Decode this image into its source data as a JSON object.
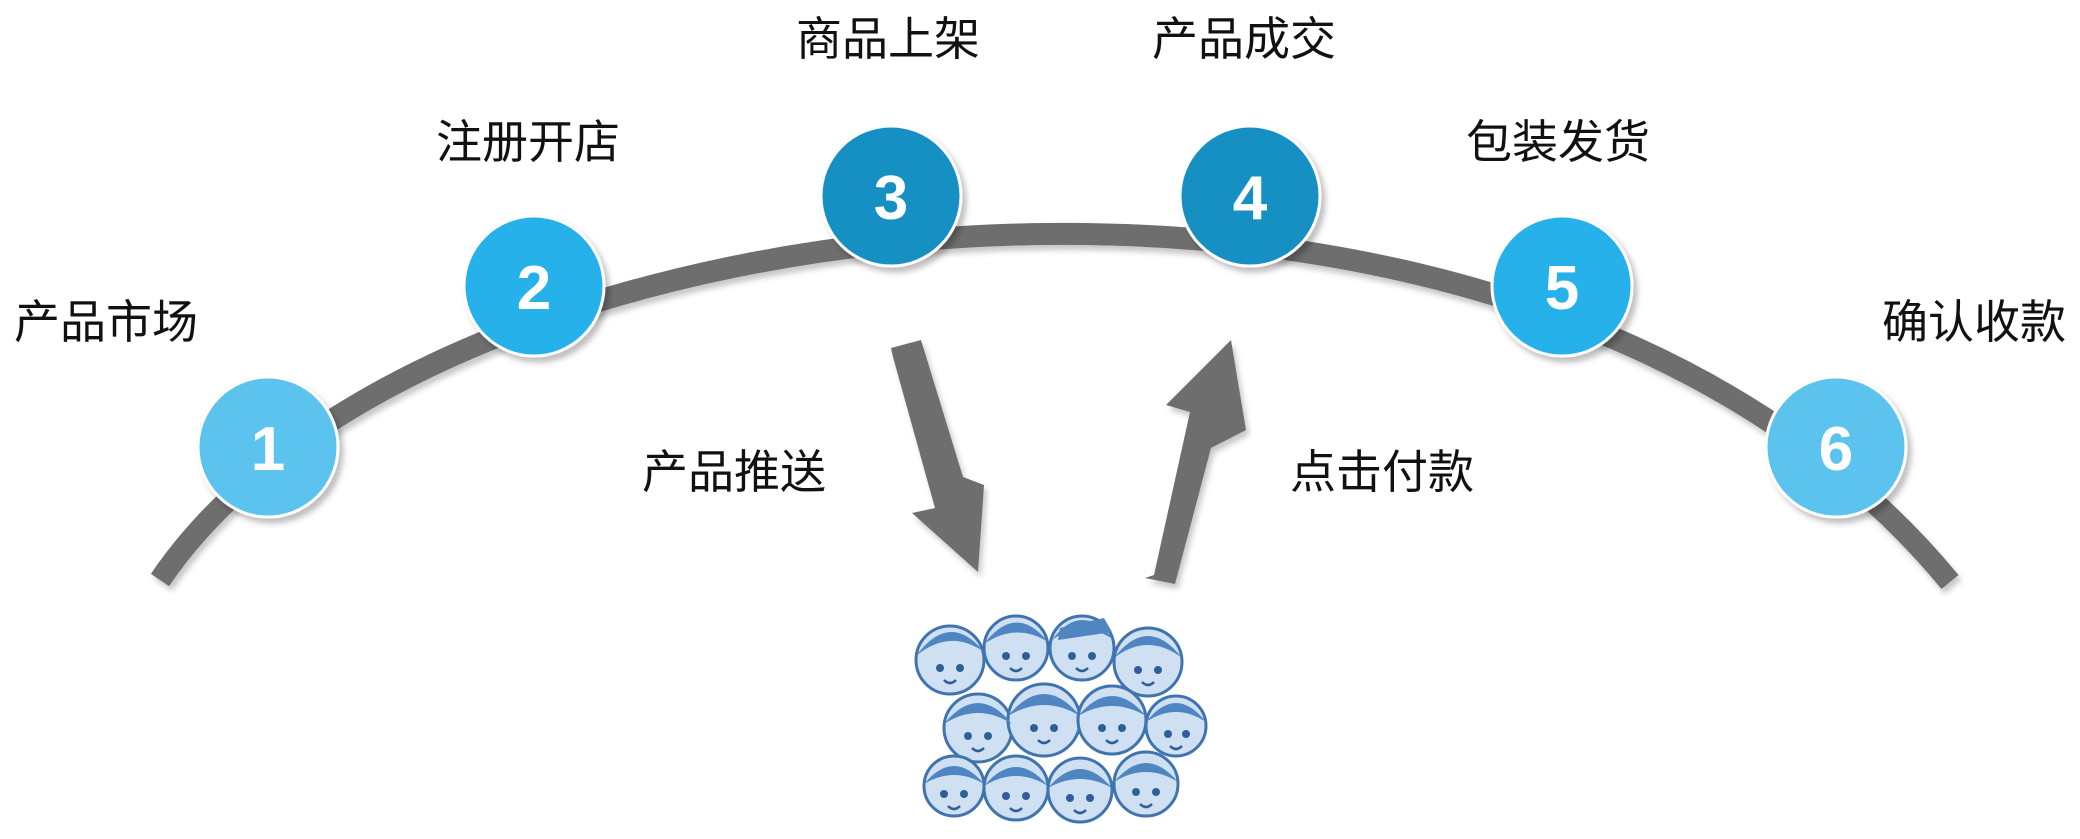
{
  "steps": [
    {
      "number": "1",
      "label": "产品市场",
      "color": "#5cc3ef"
    },
    {
      "number": "2",
      "label": "注册开店",
      "color": "#25b1eb"
    },
    {
      "number": "3",
      "label": "商品上架",
      "color": "#1590c3"
    },
    {
      "number": "4",
      "label": "产品成交",
      "color": "#1590c3"
    },
    {
      "number": "5",
      "label": "包装发货",
      "color": "#25b1eb"
    },
    {
      "number": "6",
      "label": "确认收款",
      "color": "#5cc3ef"
    }
  ],
  "flows": {
    "push": "产品推送",
    "pay": "点击付款"
  },
  "colors": {
    "arc": "#6e6e6e",
    "arrow": "#6e6e6e",
    "crowd": "#4f86c2"
  }
}
